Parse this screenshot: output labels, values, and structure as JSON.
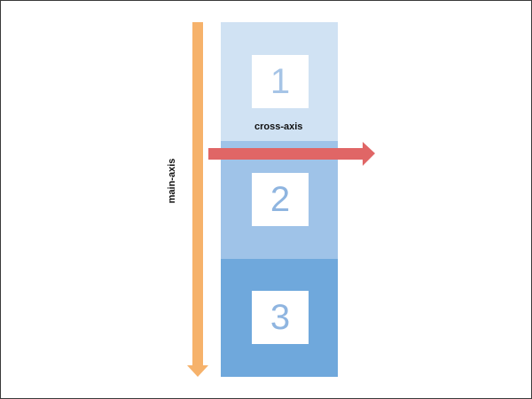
{
  "diagram": {
    "items": [
      {
        "label": "1",
        "fill": "#d0e2f3",
        "text_color": "#a6c4e6"
      },
      {
        "label": "2",
        "fill": "#9fc3e8",
        "text_color": "#8fb5e0"
      },
      {
        "label": "3",
        "fill": "#6fa8dc",
        "text_color": "#8fb5e0"
      }
    ],
    "main_axis": {
      "label": "main-axis",
      "color": "#f6b26b"
    },
    "cross_axis": {
      "label": "cross-axis",
      "color": "#e06666"
    }
  }
}
